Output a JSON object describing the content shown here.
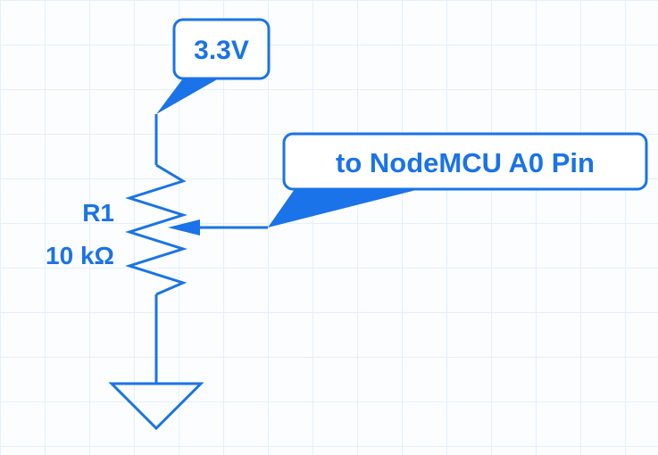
{
  "diagram": {
    "supply_label": "3.3V",
    "output_label": "to NodeMCU A0 Pin",
    "resistor": {
      "designator": "R1",
      "value": "10 kΩ"
    }
  },
  "colors": {
    "wire": "#1a73e8",
    "grid": "#e4f0fb",
    "background": "#fbfdff"
  }
}
